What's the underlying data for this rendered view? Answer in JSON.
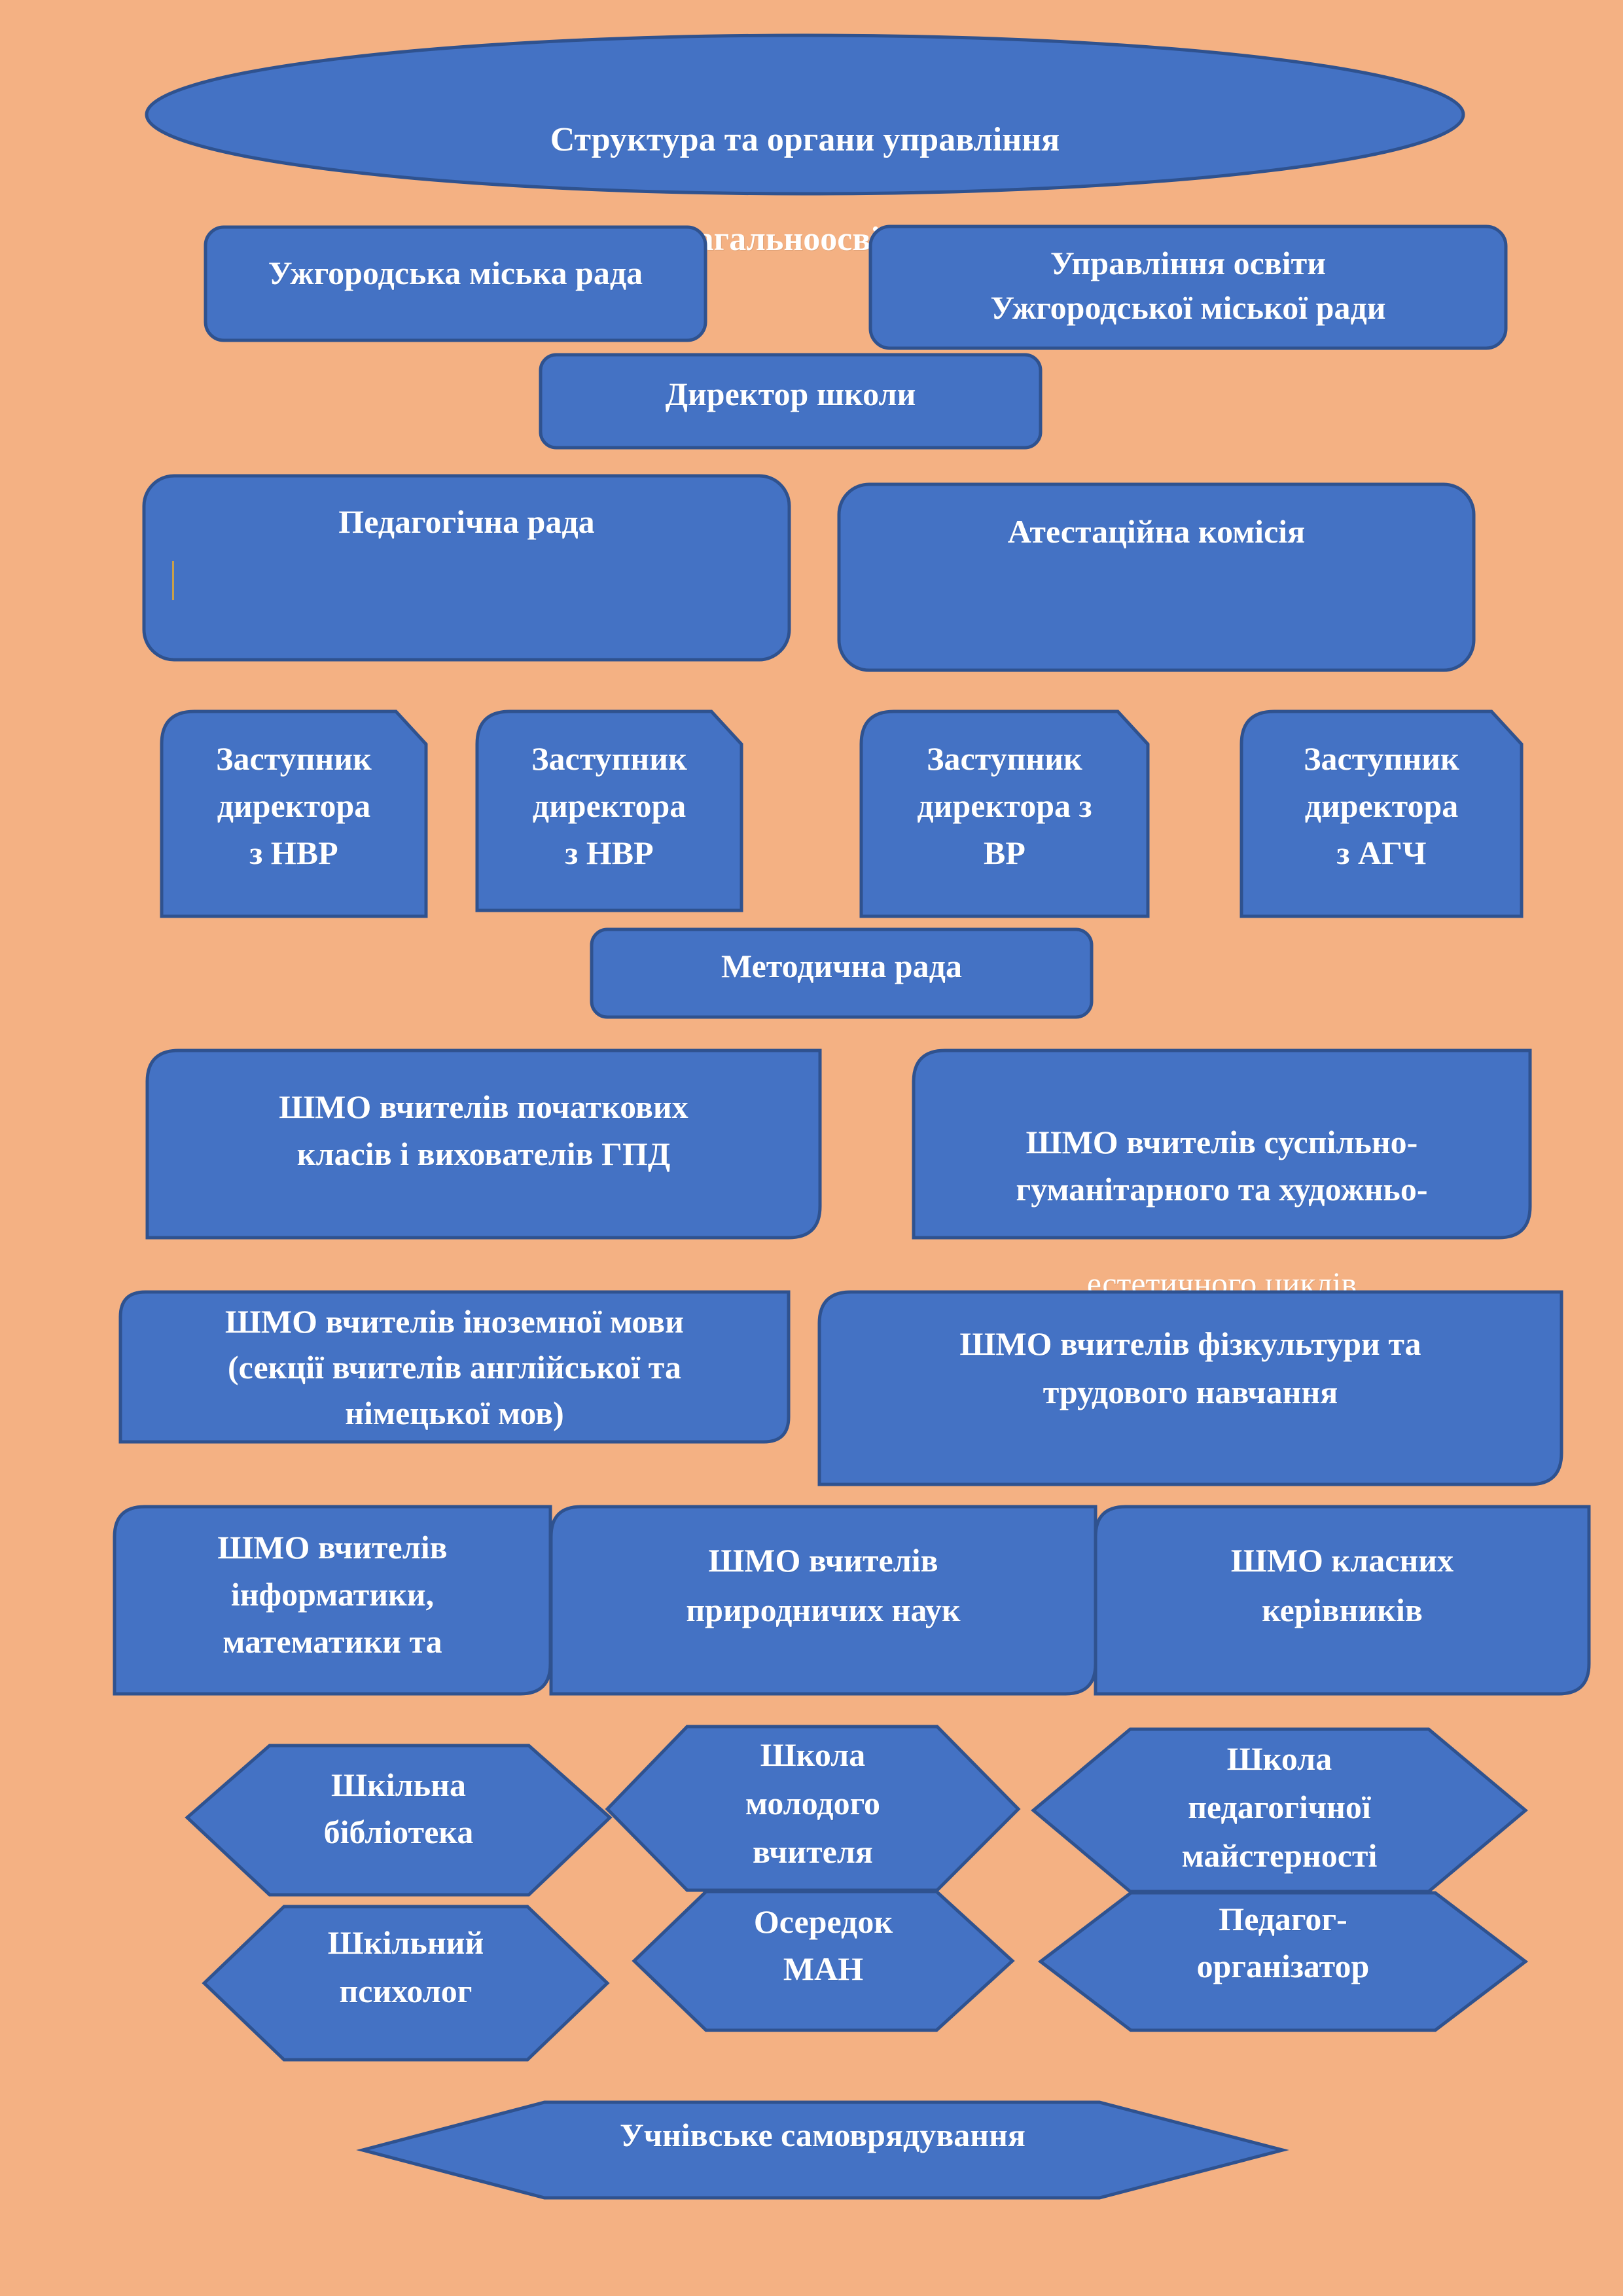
{
  "title": {
    "line1": "Структура та органи управління",
    "line2": "Ужгородської загальноосвітньої школи І-ІІІ"
  },
  "colors": {
    "background": "#F4B183",
    "shape_fill": "#4472C4",
    "shape_border": "#2F528F",
    "text": "#FFFFFF"
  },
  "governance": {
    "city_council": "Ужгородська міська рада",
    "education_dept": "Управління освіти\nУжгородської міської ради",
    "director": "Директор школи"
  },
  "councils": {
    "pedagogical": "Педагогічна рада",
    "attestation": "Атестаційна комісія"
  },
  "deputies": [
    {
      "label": "Заступник\nдиректора\nз НВР"
    },
    {
      "label": "Заступник\nдиректора\nз НВР"
    },
    {
      "label": "Заступник\nдиректора з\nВР"
    },
    {
      "label": "Заступник\nдиректора\nз АГЧ"
    }
  ],
  "methodical_council": "Методична рада",
  "shmo": {
    "primary": "ШМО вчителів початкових\nкласів і вихователів ГПД",
    "humanities_line1": "ШМО вчителів суспільно-\nгуманітарного та художньо-",
    "humanities_line2": "естетичного циклів",
    "foreign": "ШМО вчителів іноземної мови\n(секції вчителів англійської та\nнімецької мов)",
    "pe": "ШМО вчителів фізкультури та\nтрудового навчання",
    "informatics": "ШМО вчителів\nінформатики,\nматематики та",
    "natural": "ШМО вчителів\nприродничих наук",
    "class_teachers": "ШМО класних\nкерівників"
  },
  "services": {
    "library": "Шкільна\nбібліотека",
    "young_teacher": "Школа\nмолодого\nвчителя",
    "mastery": "Школа\nпедагогічної\nмайстерності",
    "psychologist": "Шкільний\nпсихолог",
    "man": "Осередок\nМАН",
    "organizer": "Педагог-\nорганізатор"
  },
  "student_government": "Учнівське самоврядування"
}
